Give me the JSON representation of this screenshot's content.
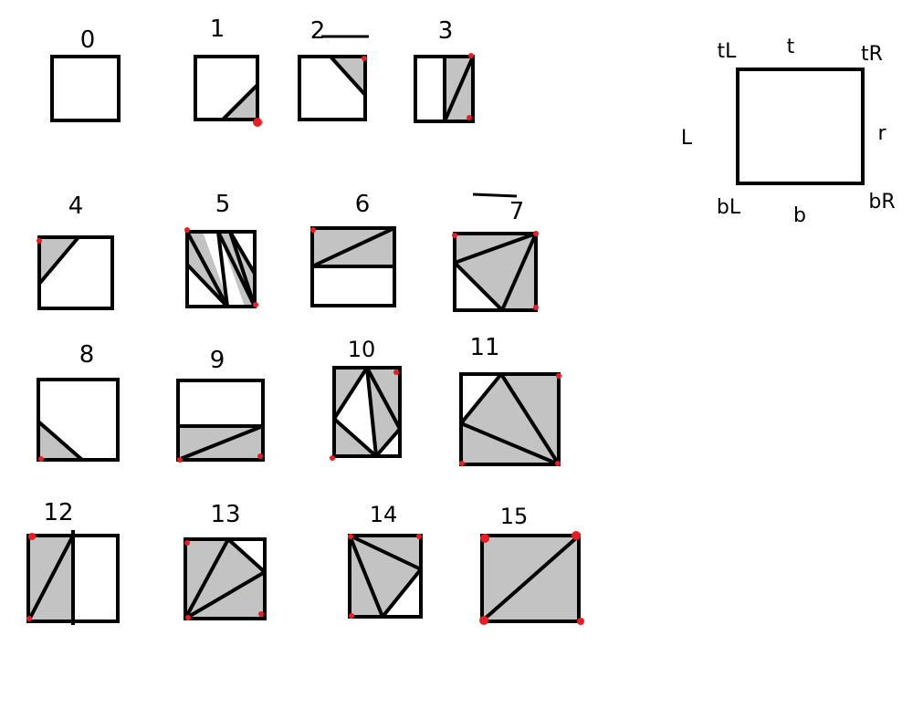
{
  "cases": [
    {
      "label": "0",
      "fill": "none"
    },
    {
      "label": "1",
      "fill": "bottom-right corner"
    },
    {
      "label": "2",
      "fill": "top-right corner"
    },
    {
      "label": "3",
      "fill": "right strip"
    },
    {
      "label": "4",
      "fill": "top-left corner"
    },
    {
      "label": "5",
      "fill": "diagonal band top-left to bottom-right"
    },
    {
      "label": "6",
      "fill": "top strip"
    },
    {
      "label": "7",
      "fill": "all but bottom-left"
    },
    {
      "label": "8",
      "fill": "bottom-left corner"
    },
    {
      "label": "9",
      "fill": "bottom strip"
    },
    {
      "label": "10",
      "fill": "diagonal band bottom-left to top-right"
    },
    {
      "label": "11",
      "fill": "all but top-left"
    },
    {
      "label": "12",
      "fill": "left strip"
    },
    {
      "label": "13",
      "fill": "all but top-right"
    },
    {
      "label": "14",
      "fill": "all but bottom-right"
    },
    {
      "label": "15",
      "fill": "full"
    }
  ],
  "legend": {
    "corners": [
      "tL",
      "tR",
      "bL",
      "bR"
    ],
    "edges": [
      "t",
      "b",
      "L",
      "r"
    ],
    "top_left": "tL",
    "top": "t",
    "top_right": "tR",
    "left": "L",
    "right": "r",
    "bottom_left": "bL",
    "bottom": "b",
    "bottom_right": "bR"
  },
  "colors": {
    "stroke": "#000000",
    "fill": "#c3c3c3",
    "corner_dot": "#ed1c24",
    "background": "#ffffff"
  }
}
